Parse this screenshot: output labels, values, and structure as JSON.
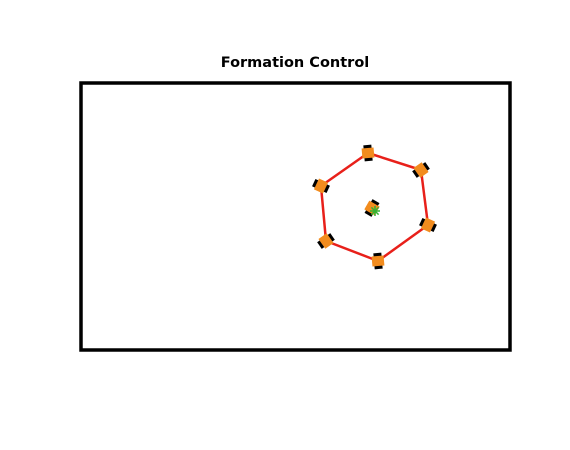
{
  "title": "Formation Control",
  "colors": {
    "frame": "#000000",
    "formation_edge": "#e8201a",
    "robot_body": "#f28c1e",
    "robot_wheel": "#000000",
    "goal_marker": "#33b233"
  },
  "icons": {
    "robot": "robot-icon",
    "goal": "goal-marker-icon"
  },
  "formation": {
    "shape": "hexagon",
    "robot_count": 6
  }
}
